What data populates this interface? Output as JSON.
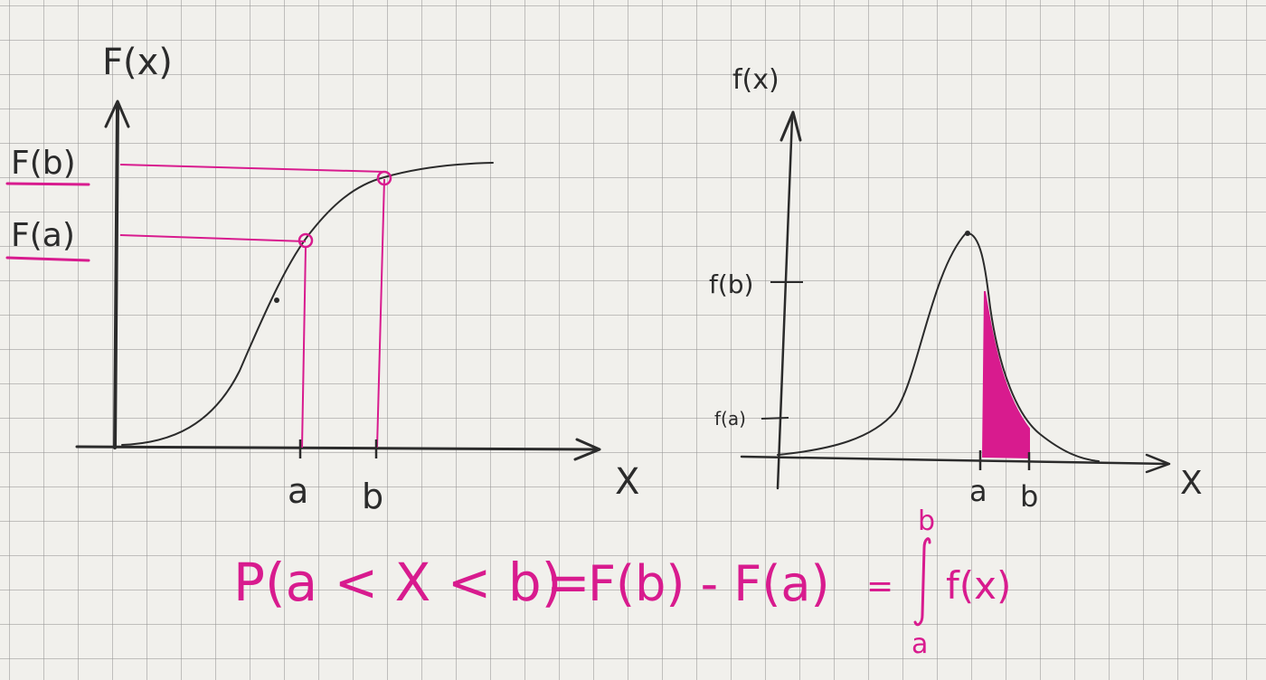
{
  "left_plot": {
    "y_axis_label": "F(x)",
    "x_axis_label": "X",
    "tick_fb": "F(b)",
    "tick_fa": "F(a)",
    "x_tick_a": "a",
    "x_tick_b": "b"
  },
  "right_plot": {
    "y_axis_label": "f(x)",
    "x_axis_label": "X",
    "tick_fb": "f(b)",
    "tick_fa": "f(a)",
    "x_tick_a": "a",
    "x_tick_b": "b"
  },
  "formula": {
    "lhs": "P(a < X < b)",
    "eq1": "=",
    "middle": "F(b) - F(a)",
    "eq2": "=",
    "integral_upper": "b",
    "integral_lower": "a",
    "integrand": "f(x)"
  },
  "colors": {
    "ink": "#2b2b2b",
    "highlight": "#d81b8e",
    "grid": "#969696",
    "paper": "#f1f0ec"
  }
}
